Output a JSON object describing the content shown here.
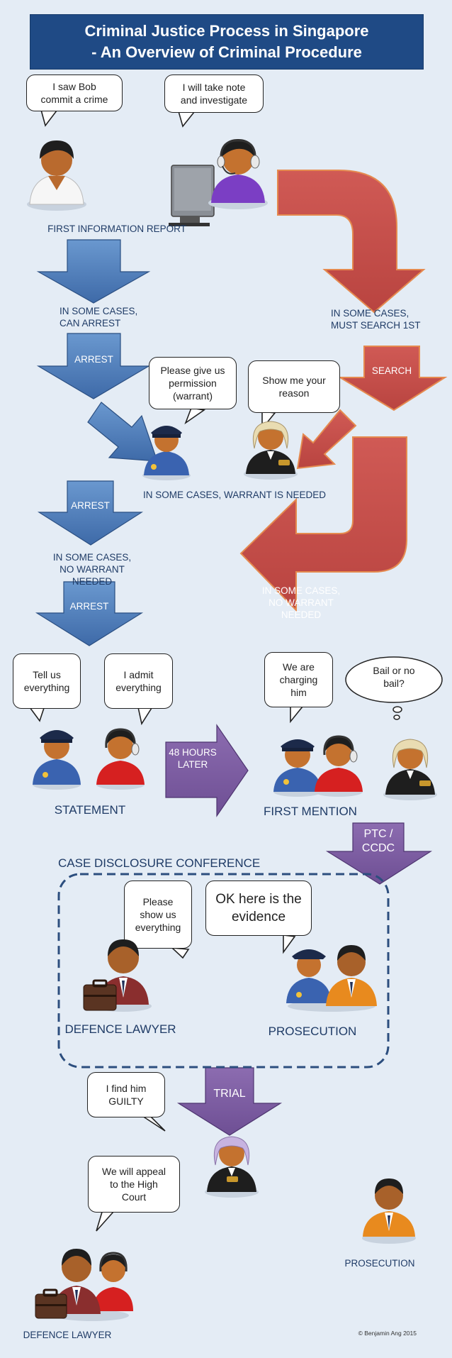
{
  "title": {
    "line1": "Criminal Justice Process in Singapore",
    "line2": "- An Overview of Criminal Procedure"
  },
  "bubbles": {
    "saw_bob": "I saw Bob\ncommit a crime",
    "take_note": "I will take note\nand investigate",
    "warrant_request": "Please give us\npermission\n(warrant)",
    "show_reason": "Show me your\nreason",
    "tell_us": "Tell us\neverything",
    "admit": "I admit\neverything",
    "charging": "We are\ncharging\nhim",
    "bail": "Bail or no\nbail?",
    "show_us": "Please\nshow us\neverything",
    "evidence": "OK here is the\nevidence",
    "guilty": "I find him\nGUILTY",
    "appeal": "We will appeal\nto the High\nCourt"
  },
  "labels": {
    "first_info_report": "FIRST INFORMATION REPORT",
    "some_cases_arrest": "IN SOME CASES,\nCAN ARREST",
    "must_search": "IN SOME CASES,\nMUST SEARCH 1ST",
    "warrant_needed": "IN SOME CASES, WARRANT IS NEEDED",
    "no_warrant_left": "IN SOME CASES,\nNO WARRANT NEEDED",
    "statement": "STATEMENT",
    "first_mention": "FIRST MENTION",
    "case_disclosure": "CASE DISCLOSURE CONFERENCE",
    "defence_lawyer_1": "DEFENCE LAWYER",
    "prosecution_1": "PROSECUTION",
    "prosecution_2": "PROSECUTION",
    "defence_lawyer_2": "DEFENCE LAWYER",
    "copyright": "© Benjamin Ang 2015"
  },
  "arrow_labels": {
    "arrest_1": "ARREST",
    "search": "SEARCH",
    "arrest_2": "ARREST",
    "arrest_3": "ARREST",
    "no_warrant_right": "IN SOME CASES,\nNO WARRANT NEEDED",
    "hours_later": "48 HOURS\nLATER",
    "ptc_ccdc": "PTC /\nCCDC",
    "trial": "TRIAL"
  },
  "icons": {
    "witness": "witness-icon",
    "call_operator": "call-operator-icon",
    "computer": "computer-icon",
    "police": "police-officer-icon",
    "judge": "judge-icon",
    "accused": "accused-icon",
    "lawyer": "lawyer-icon",
    "prosecutor": "prosecutor-icon",
    "briefcase": "briefcase-icon"
  },
  "colors": {
    "title_bg": "#1f4a85",
    "page_bg": "#e4ecf5",
    "blue_arrow": "#4a78b5",
    "red_arrow": "#c64d4a",
    "purple_arrow": "#7d5fa0",
    "label_text": "#1f3b66"
  }
}
